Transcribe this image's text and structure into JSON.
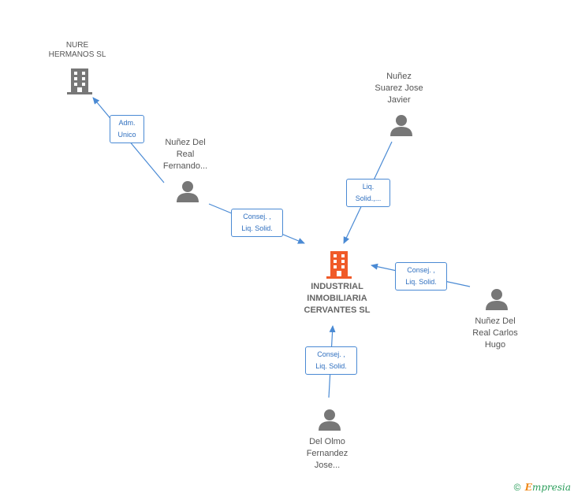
{
  "nodes": {
    "nure": {
      "name_line1": "NURE",
      "name_line2": "HERMANOS SL"
    },
    "main": {
      "line1": "INDUSTRIAL",
      "line2": "INMOBILIARIA",
      "line3": "CERVANTES SL"
    },
    "fernando": {
      "line1": "Nuñez Del",
      "line2": "Real",
      "line3": "Fernando..."
    },
    "javier": {
      "line1": "Nuñez",
      "line2": "Suarez Jose",
      "line3": "Javier"
    },
    "carlos": {
      "line1": "Nuñez Del",
      "line2": "Real Carlos",
      "line3": "Hugo"
    },
    "delolmo": {
      "line1": "Del Olmo",
      "line2": "Fernandez",
      "line3": "Jose..."
    }
  },
  "edges": {
    "adm": {
      "line1": "Adm.",
      "line2": "Unico"
    },
    "fernando": {
      "line1": "Consej. ,",
      "line2": "Liq. Solid."
    },
    "javier": {
      "line1": "Liq.",
      "line2": "Solid.,..."
    },
    "carlos": {
      "line1": "Consej. ,",
      "line2": "Liq. Solid."
    },
    "delolmo": {
      "line1": "Consej. ,",
      "line2": "Liq. Solid."
    }
  },
  "footer": {
    "copyright": "©",
    "brand_first": "E",
    "brand_rest": "mpresia"
  },
  "colors": {
    "edge": "#4a8ad4",
    "main_building": "#f05a28",
    "building": "#777777",
    "person": "#777777"
  }
}
